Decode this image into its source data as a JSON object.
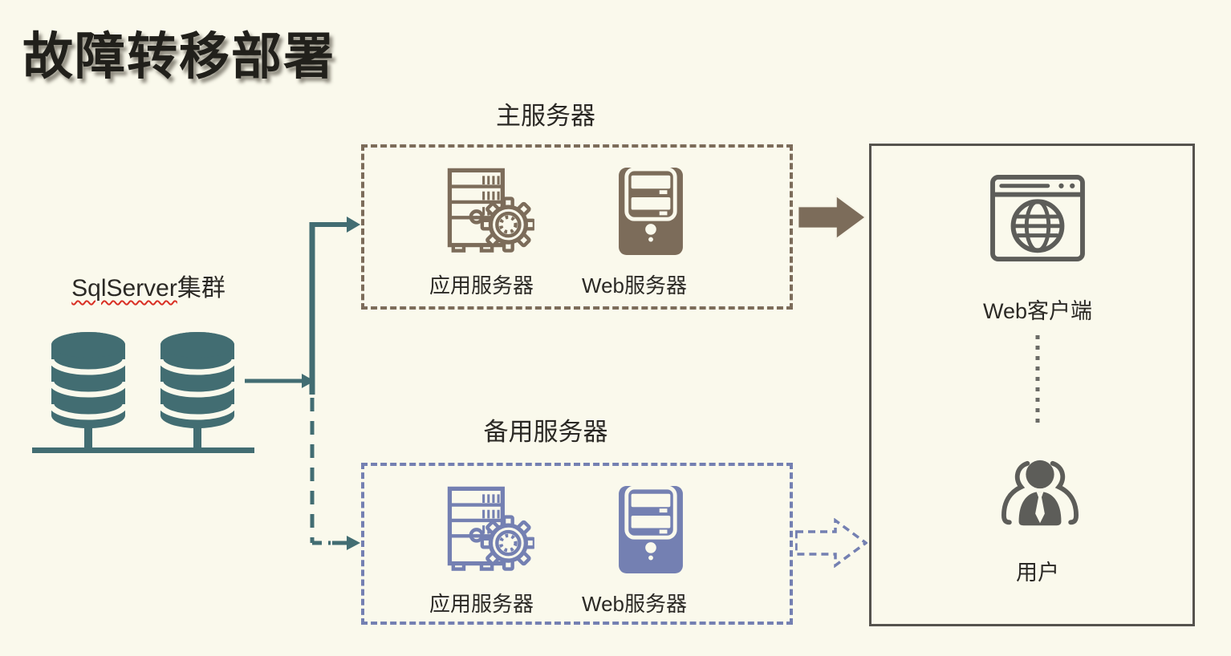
{
  "title": "故障转移部署",
  "cluster": {
    "name_latin": "SqlServer",
    "name_cjk": "集群"
  },
  "primary": {
    "title": "主服务器",
    "app_label": "应用服务器",
    "web_label": "Web服务器"
  },
  "backup": {
    "title": "备用服务器",
    "app_label": "应用服务器",
    "web_label": "Web服务器"
  },
  "client": {
    "browser_label": "Web客户端",
    "user_label": "用户"
  },
  "colors": {
    "background": "#FAF9EC",
    "teal": "#426D72",
    "brown": "#7C6C5A",
    "blue_purple": "#7480B2",
    "panel_border": "#55534E",
    "icon_gray": "#5D5D59",
    "text": "#2B2925",
    "spellcheck_red": "#D93025"
  },
  "icons": {
    "database": "database-cylinders-icon",
    "app_server": "app-server-gear-icon",
    "web_server": "tower-server-icon",
    "browser": "browser-globe-icon",
    "users": "users-group-icon",
    "primary_flow": "solid-arrow-right-icon",
    "backup_flow": "dashed-arrow-right-icon"
  }
}
